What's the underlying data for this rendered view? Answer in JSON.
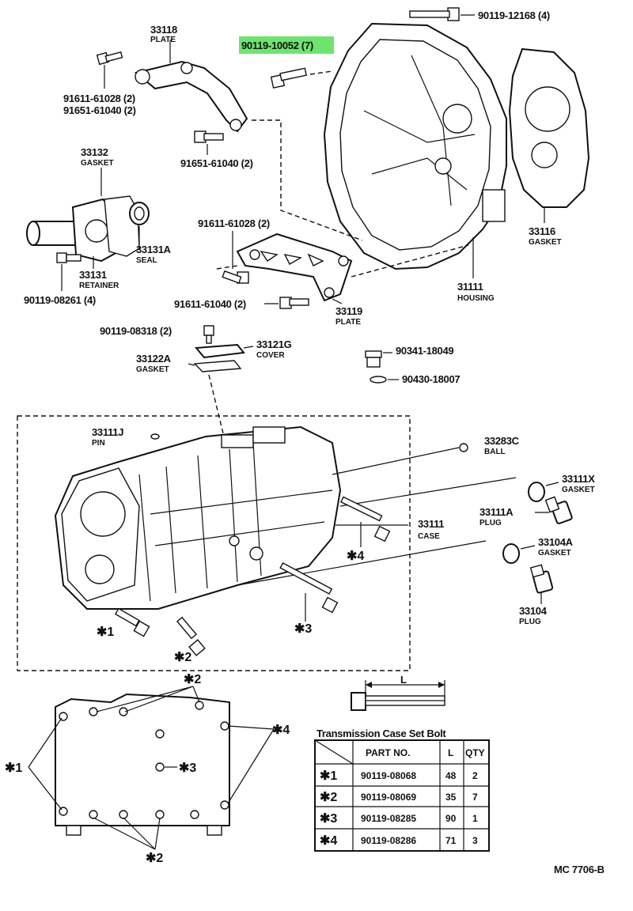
{
  "labels": {
    "plate_33118": {
      "num": "33118",
      "name": "PLATE"
    },
    "bolt_12168": "90119-12168 (4)",
    "bolt_10052": "90119-10052 (7)",
    "bolt_61028a": "91611-61028 (2)",
    "bolt_61040a": "91651-61040 (2)",
    "bolt_61040b": "91651-61040 (2)",
    "gasket_33132": {
      "num": "33132",
      "name": "GASKET"
    },
    "seal_33131a": {
      "num": "33131A",
      "name": "SEAL"
    },
    "retainer_33131": {
      "num": "33131",
      "name": "RETAINER"
    },
    "bolt_08261": "90119-08261 (4)",
    "bolt_61028b": "91611-61028 (2)",
    "bolt_61040c": "91611-61040 (2)",
    "plate_33119": {
      "num": "33119",
      "name": "PLATE"
    },
    "gasket_33116": {
      "num": "33116",
      "name": "GASKET"
    },
    "housing_31111": {
      "num": "31111",
      "name": "HOUSING"
    },
    "bolt_08318": "90119-08318 (2)",
    "cover_33121g": {
      "num": "33121G",
      "name": "COVER"
    },
    "gasket_33122a": {
      "num": "33122A",
      "name": "GASKET"
    },
    "plug_18049": "90341-18049",
    "gasket_18007": "90430-18007",
    "pin_33111j": {
      "num": "33111J",
      "name": "PIN"
    },
    "ball_33283c": {
      "num": "33283C",
      "name": "BALL"
    },
    "gasket_33111x": {
      "num": "33111X",
      "name": "GASKET"
    },
    "plug_33111a": {
      "num": "33111A",
      "name": "PLUG"
    },
    "case_33111": {
      "num": "33111",
      "name": "CASE"
    },
    "gasket_33104a": {
      "num": "33104A",
      "name": "GASKET"
    },
    "plug_33104": {
      "num": "33104",
      "name": "PLUG"
    },
    "star1": "✱1",
    "star2": "✱2",
    "star3": "✱3",
    "star4": "✱4",
    "length_symbol": "L",
    "diagram_code": "MC 7706-B"
  },
  "bolt_table": {
    "title": "Transmission Case Set Bolt",
    "headers": [
      "",
      "PART NO.",
      "L",
      "QTY"
    ],
    "rows": [
      {
        "mark": "✱1",
        "part": "90119-08068",
        "l": "48",
        "qty": "2"
      },
      {
        "mark": "✱2",
        "part": "90119-08069",
        "l": "35",
        "qty": "7"
      },
      {
        "mark": "✱3",
        "part": "90119-08285",
        "l": "90",
        "qty": "1"
      },
      {
        "mark": "✱4",
        "part": "90119-08286",
        "l": "71",
        "qty": "3"
      }
    ]
  },
  "colors": {
    "highlight": "#6ee46e",
    "ink": "#111111"
  }
}
